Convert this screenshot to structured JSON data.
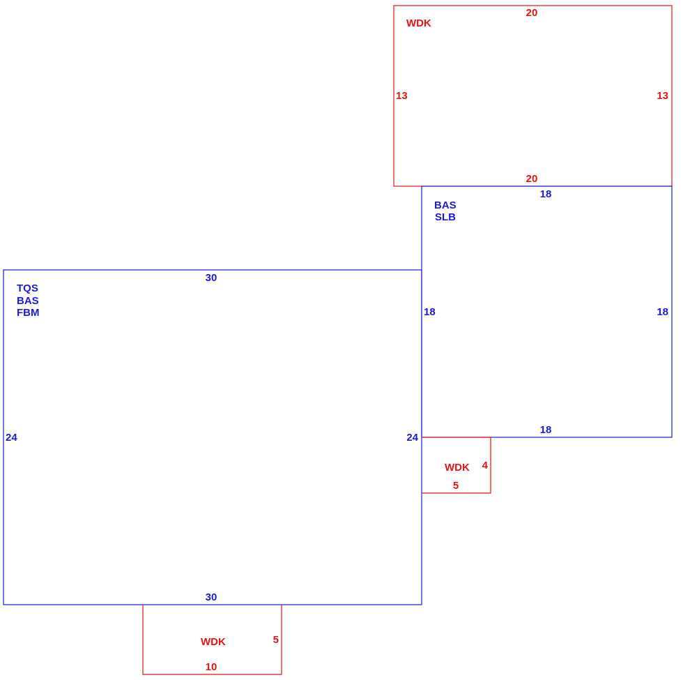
{
  "colors": {
    "living": "#1c1ccc",
    "deck": "#e01515",
    "background": "#ffffff"
  },
  "areas": {
    "main": {
      "codes": [
        "TQS",
        "BAS",
        "FBM"
      ],
      "top": "30",
      "bottom": "30",
      "left": "24",
      "right": "24"
    },
    "wing": {
      "codes": [
        "BAS",
        "SLB"
      ],
      "top": "18",
      "bottom": "18",
      "left": "18",
      "right": "18"
    },
    "upper_deck": {
      "code": "WDK",
      "top": "20",
      "bottom": "20",
      "left": "13",
      "right": "13"
    },
    "small_deck": {
      "code": "WDK",
      "side": "4",
      "bottom": "5"
    },
    "bottom_deck": {
      "code": "WDK",
      "side": "5",
      "bottom": "10"
    }
  }
}
